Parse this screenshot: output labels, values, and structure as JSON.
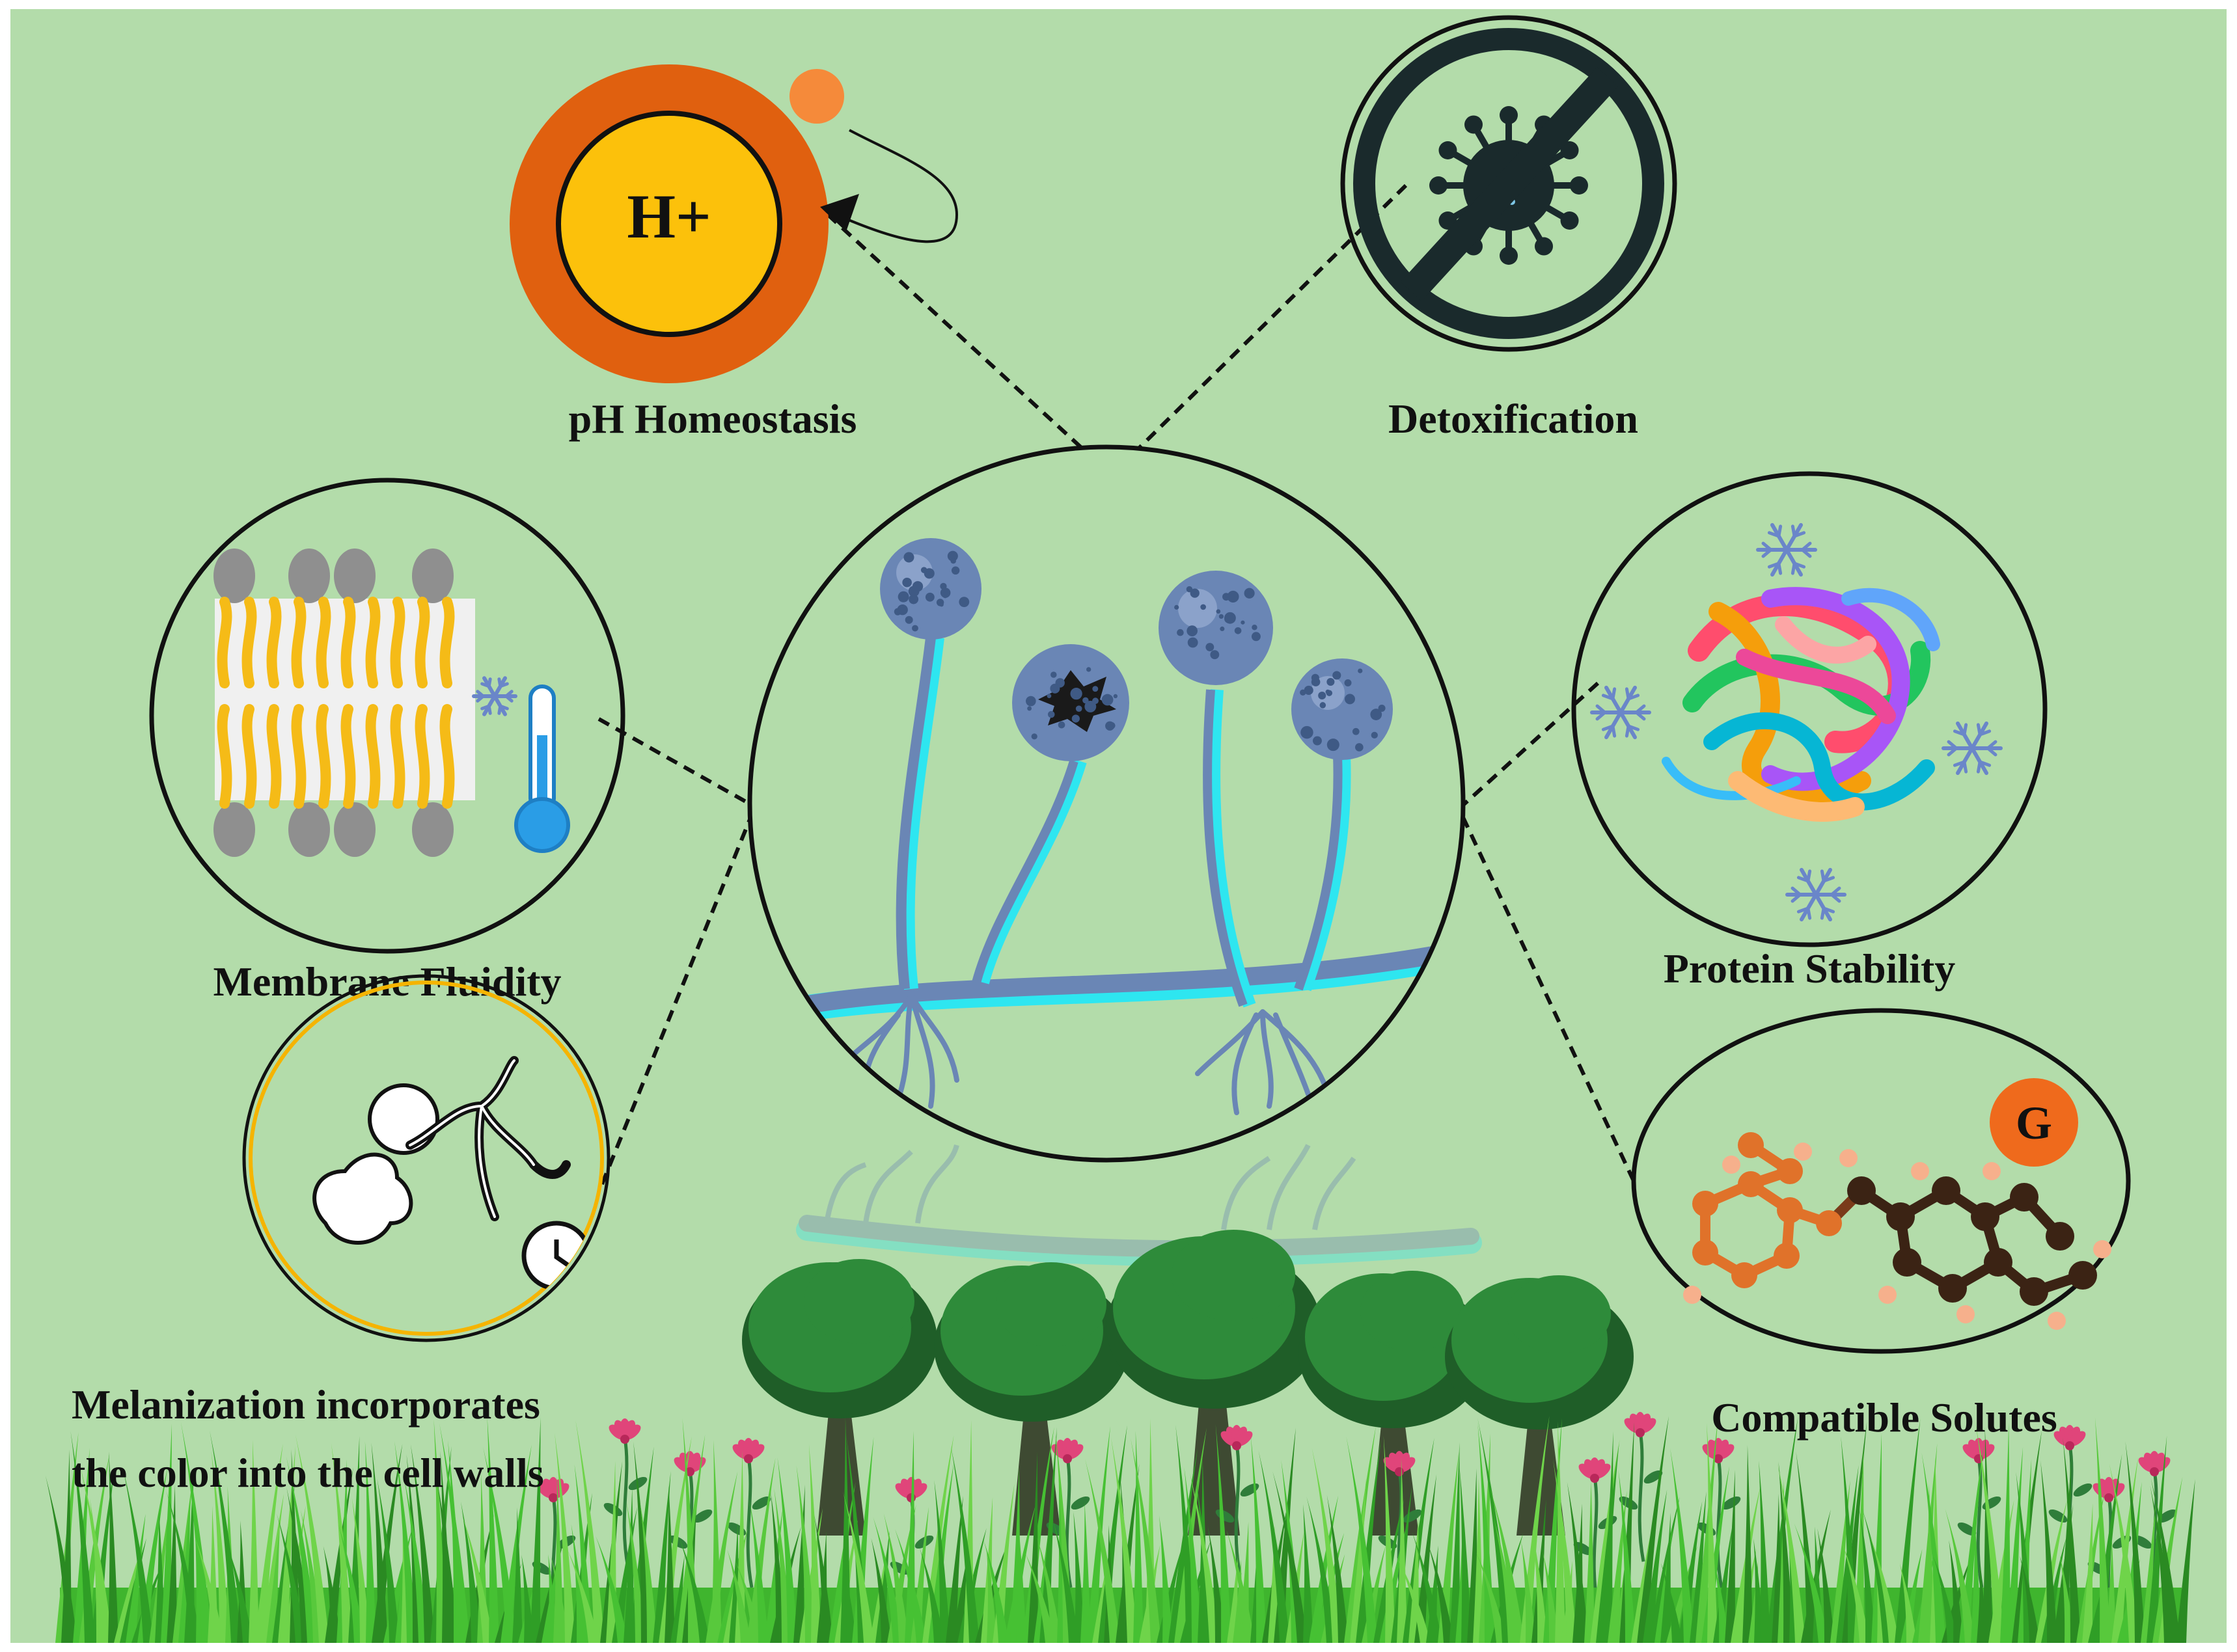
{
  "colors": {
    "background": "#b3dcaa",
    "frame": "#ffffff",
    "circle_stroke": "#111111",
    "orange_ring": "#e0600f",
    "yellow_core": "#fcc10b",
    "proton_ball": "#f58a3a",
    "fungus_body": "#6a86b5",
    "fungus_dark": "#3f5a85",
    "fungus_glow": "#2ee6f0",
    "thermometer": "#2a9de6",
    "lipid_head": "#8f8f8f",
    "lipid_tail": "#f5bb17",
    "snowflake": "#6a86c9",
    "tree_green": "#2e8b3a",
    "tree_dark": "#1f5e28",
    "trunk": "#3e4a32",
    "grass": "#3fb52e",
    "flower": "#e0457a",
    "molecule_orange": "#e0722a",
    "molecule_brown": "#3b2314",
    "g_ball": "#ef6a1c",
    "melanin_ring": "#f5b400"
  },
  "labels": {
    "ph": "pH Homeostasis",
    "detox": "Detoxification",
    "membrane": "Membrane Fluidity",
    "protein": "Protein Stability",
    "melanization_line1": "Melanization incorporates",
    "melanization_line2": "the color into the cell walls",
    "solutes": "Compatible Solutes"
  },
  "symbols": {
    "proton": "H+",
    "solute": "G"
  },
  "icons": {
    "ph": "proton-pump-icon",
    "detox": "no-virus-icon",
    "membrane": "lipid-bilayer-icon",
    "protein": "folded-protein-icon",
    "melanization": "melanin-icon",
    "solutes": "molecule-icon"
  }
}
